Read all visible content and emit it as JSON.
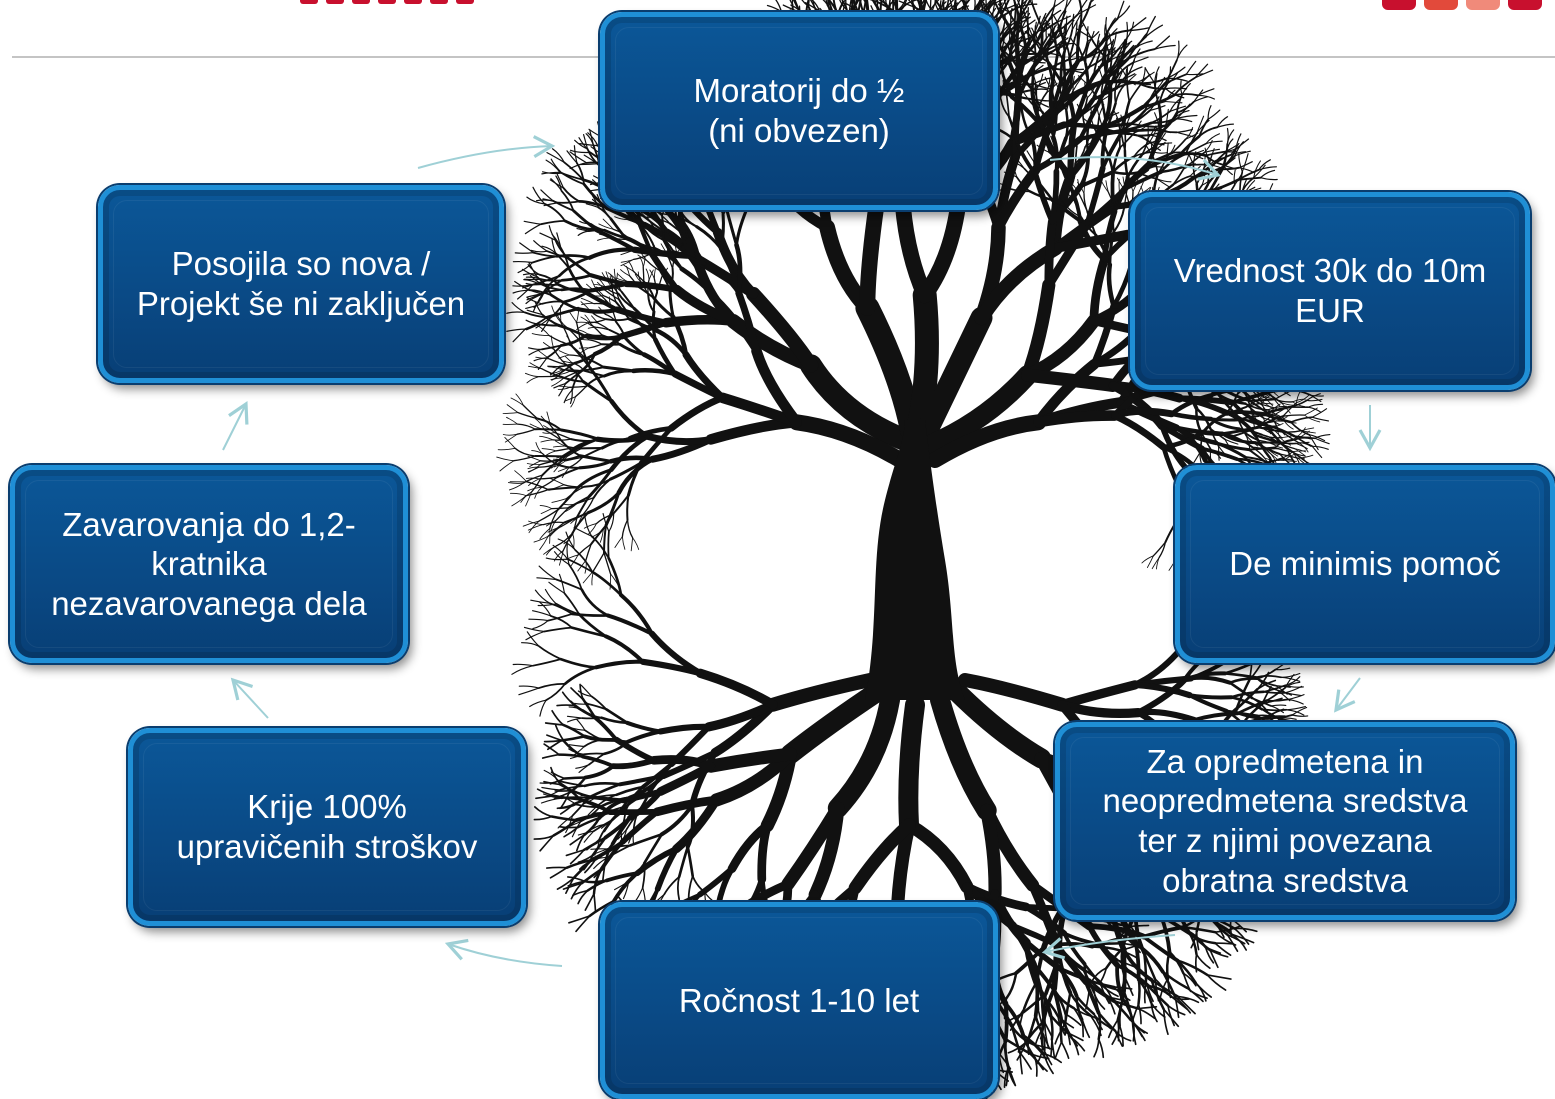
{
  "diagram": {
    "nodes": [
      {
        "id": "moratorij",
        "label": "Moratorij do ½\n(ni obvezen)"
      },
      {
        "id": "vrednost",
        "label": "Vrednost 30k do 10m\nEUR"
      },
      {
        "id": "de-minimis",
        "label": "De minimis pomoč"
      },
      {
        "id": "opredmetena",
        "label": "Za opredmetena in\nneopredmetena sredstva\nter z njimi povezana\nobratna sredstva"
      },
      {
        "id": "rocnost",
        "label": "Ročnost 1-10 let"
      },
      {
        "id": "krije",
        "label": "Krije 100%\nupravičenih stroškov"
      },
      {
        "id": "zavarovanja",
        "label": "Zavarovanja do 1,2-\nkratnika\nnezavarovanega dela"
      },
      {
        "id": "posojila",
        "label": "Posojila so nova /\nProjekt še ni zaključen"
      }
    ],
    "cycle_order": [
      "moratorij",
      "vrednost",
      "de-minimis",
      "opredmetena",
      "rocnost",
      "krije",
      "zavarovanja",
      "posojila"
    ],
    "colors": {
      "box_fill": "#0a4a86",
      "box_border": "#1f8fd6",
      "box_text": "#ffffff",
      "arrow": "#9fd0d6",
      "tree": "#111111",
      "title_accent": "#c8102e"
    },
    "center_image": "tree-with-roots-icon"
  }
}
